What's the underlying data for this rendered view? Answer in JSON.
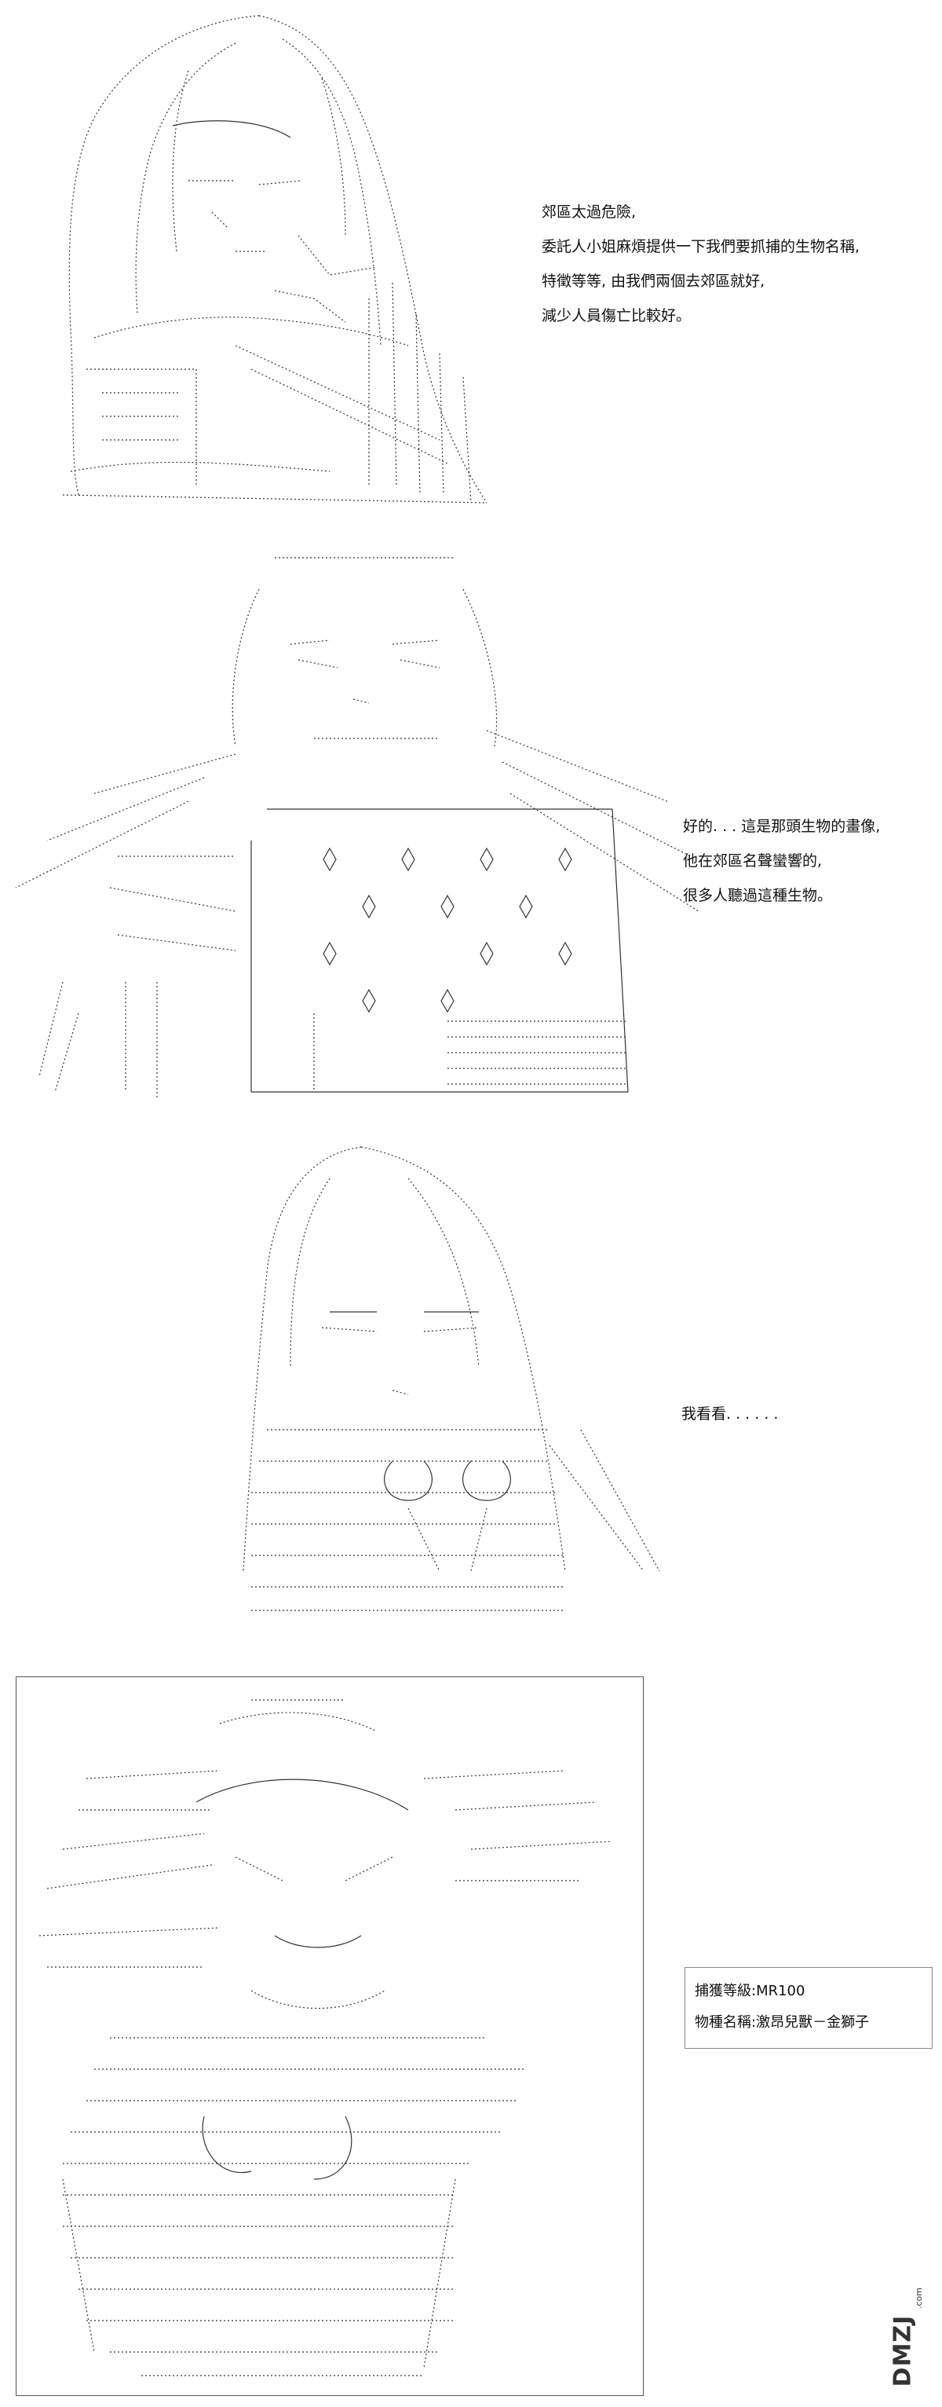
{
  "panels": [
    {
      "caption_lines": [
        "郊區太過危險,",
        "委託人小姐麻煩提供一下我們要抓捕的生物名稱,",
        "特徵等等, 由我們兩個去郊區就好,",
        "減少人員傷亡比較好。"
      ]
    },
    {
      "caption_lines": [
        "好的. . . 這是那頭生物的畫像,",
        "他在郊區名聲蠻響的,",
        "很多人聽過這種生物。"
      ]
    },
    {
      "caption_lines": [
        "我看看. . . . . ."
      ]
    }
  ],
  "info_box": {
    "rows": [
      "捕獲等級:MR100",
      "物種名稱:激昂兒獸－金獅子"
    ]
  },
  "watermark": {
    "text": "DMZJ",
    "small": ".com"
  }
}
